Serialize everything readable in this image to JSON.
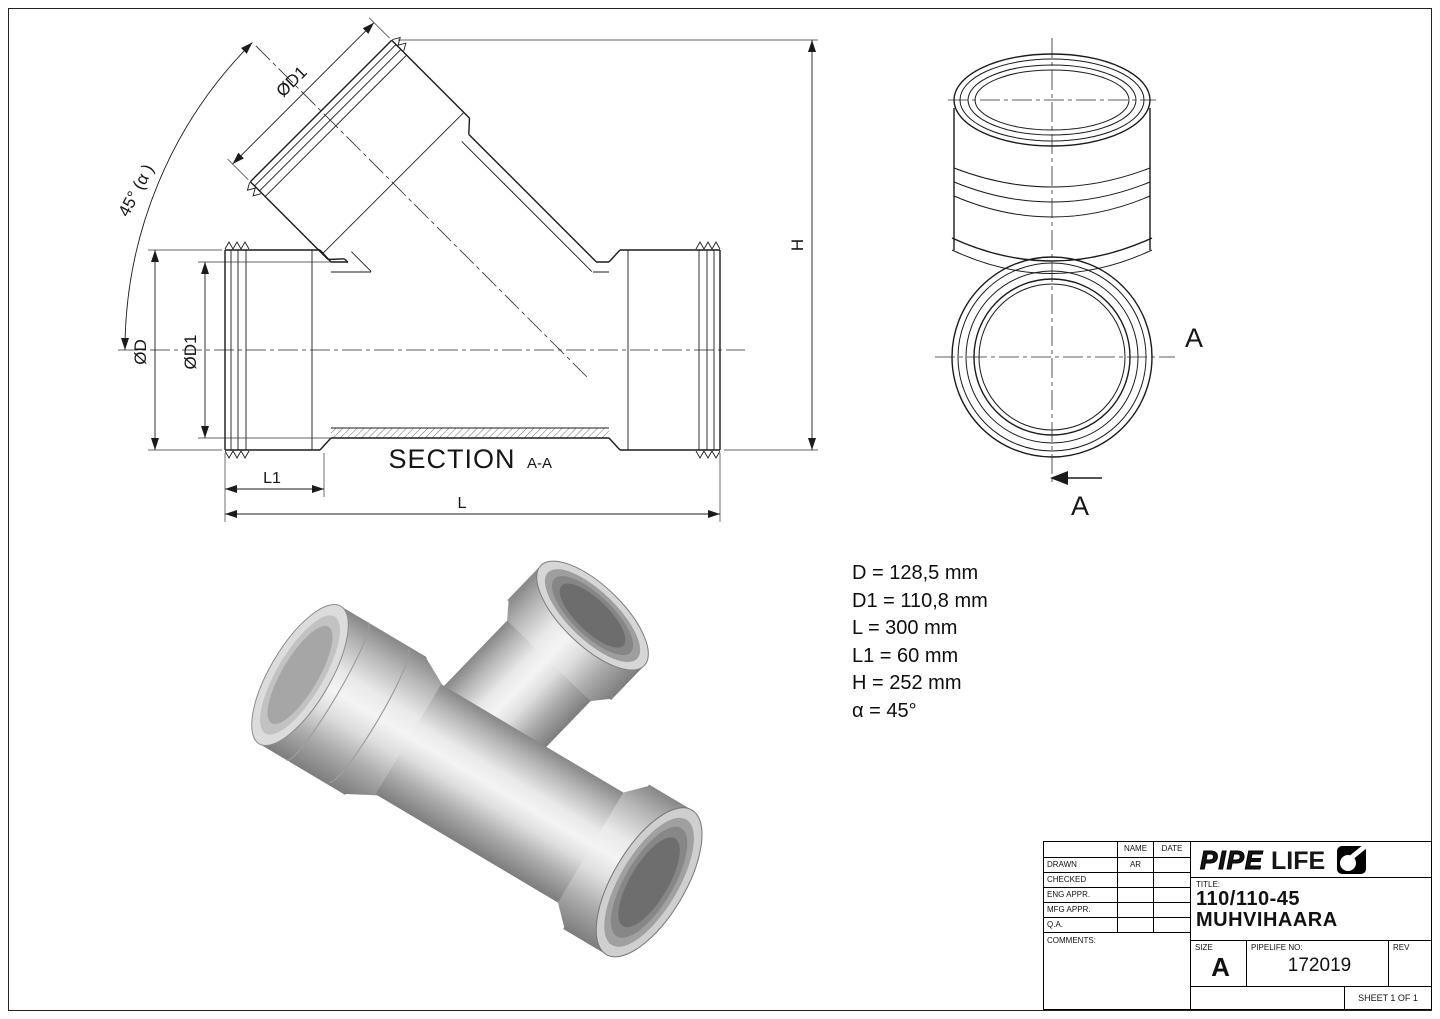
{
  "section_view": {
    "section_label": "SECTION",
    "section_ref": "A-A",
    "dim_d": "ØD",
    "dim_d1": "ØD1",
    "dim_d1_branch": "ØD1",
    "dim_l": "L",
    "dim_l1": "L1",
    "dim_h": "H",
    "dim_angle": "45° (α )"
  },
  "end_view": {
    "label_a_side": "A",
    "label_a_arrow": "A"
  },
  "dimensions": {
    "lines": [
      "D = 128,5 mm",
      "D1 = 110,8 mm",
      "L = 300 mm",
      "L1 = 60 mm",
      "H = 252 mm",
      "α = 45°"
    ]
  },
  "title_block": {
    "logo": {
      "part1": "PIPE",
      "part2": "LIFE"
    },
    "header": {
      "name": "NAME",
      "date": "DATE"
    },
    "rows": [
      {
        "label": "DRAWN",
        "name": "AR",
        "date": ""
      },
      {
        "label": "CHECKED",
        "name": "",
        "date": ""
      },
      {
        "label": "ENG APPR.",
        "name": "",
        "date": ""
      },
      {
        "label": "MFG APPR.",
        "name": "",
        "date": ""
      },
      {
        "label": "Q.A.",
        "name": "",
        "date": ""
      }
    ],
    "comments_label": "COMMENTS:",
    "title_label": "TITLE:",
    "title_line1": "110/110-45",
    "title_line2": "MUHVIHAARA",
    "size_label": "SIZE",
    "size_value": "A",
    "no_label": "PIPELIFE NO:",
    "no_value": "172019",
    "rev_label": "REV",
    "sheet_label": "SHEET 1 OF 1"
  }
}
